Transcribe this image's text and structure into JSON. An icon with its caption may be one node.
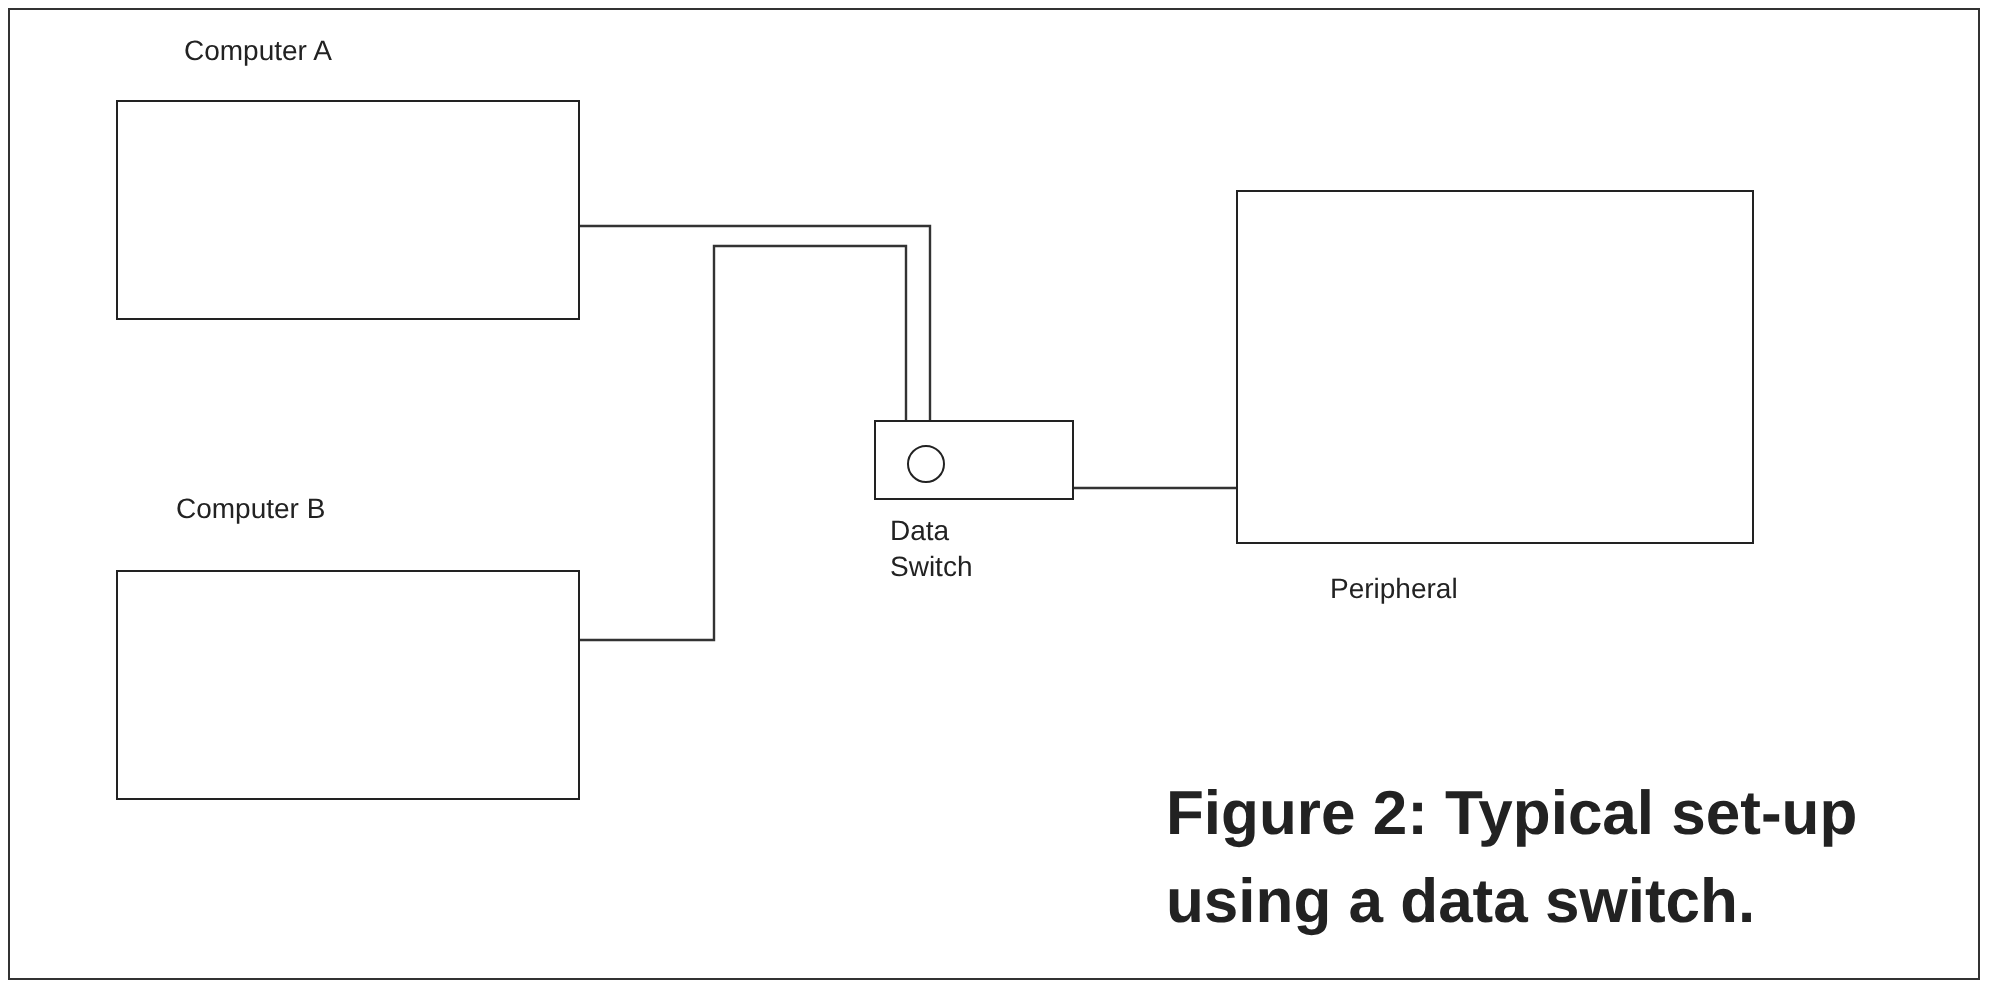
{
  "diagram": {
    "caption": "Figure 2: Typical set-up using a data switch.",
    "nodes": [
      {
        "text": [
          "Computer A"
        ]
      },
      {
        "text": [
          "Computer B"
        ]
      },
      {
        "text": [
          "Data Switch"
        ]
      },
      {
        "text": [
          "Peripheral"
        ]
      }
    ],
    "edges": [
      {
        "from": 0,
        "to": 2,
        "arrow": "none"
      },
      {
        "from": 1,
        "to": 2,
        "arrow": "none"
      },
      {
        "from": 2,
        "to": 3,
        "arrow": "none"
      }
    ]
  }
}
